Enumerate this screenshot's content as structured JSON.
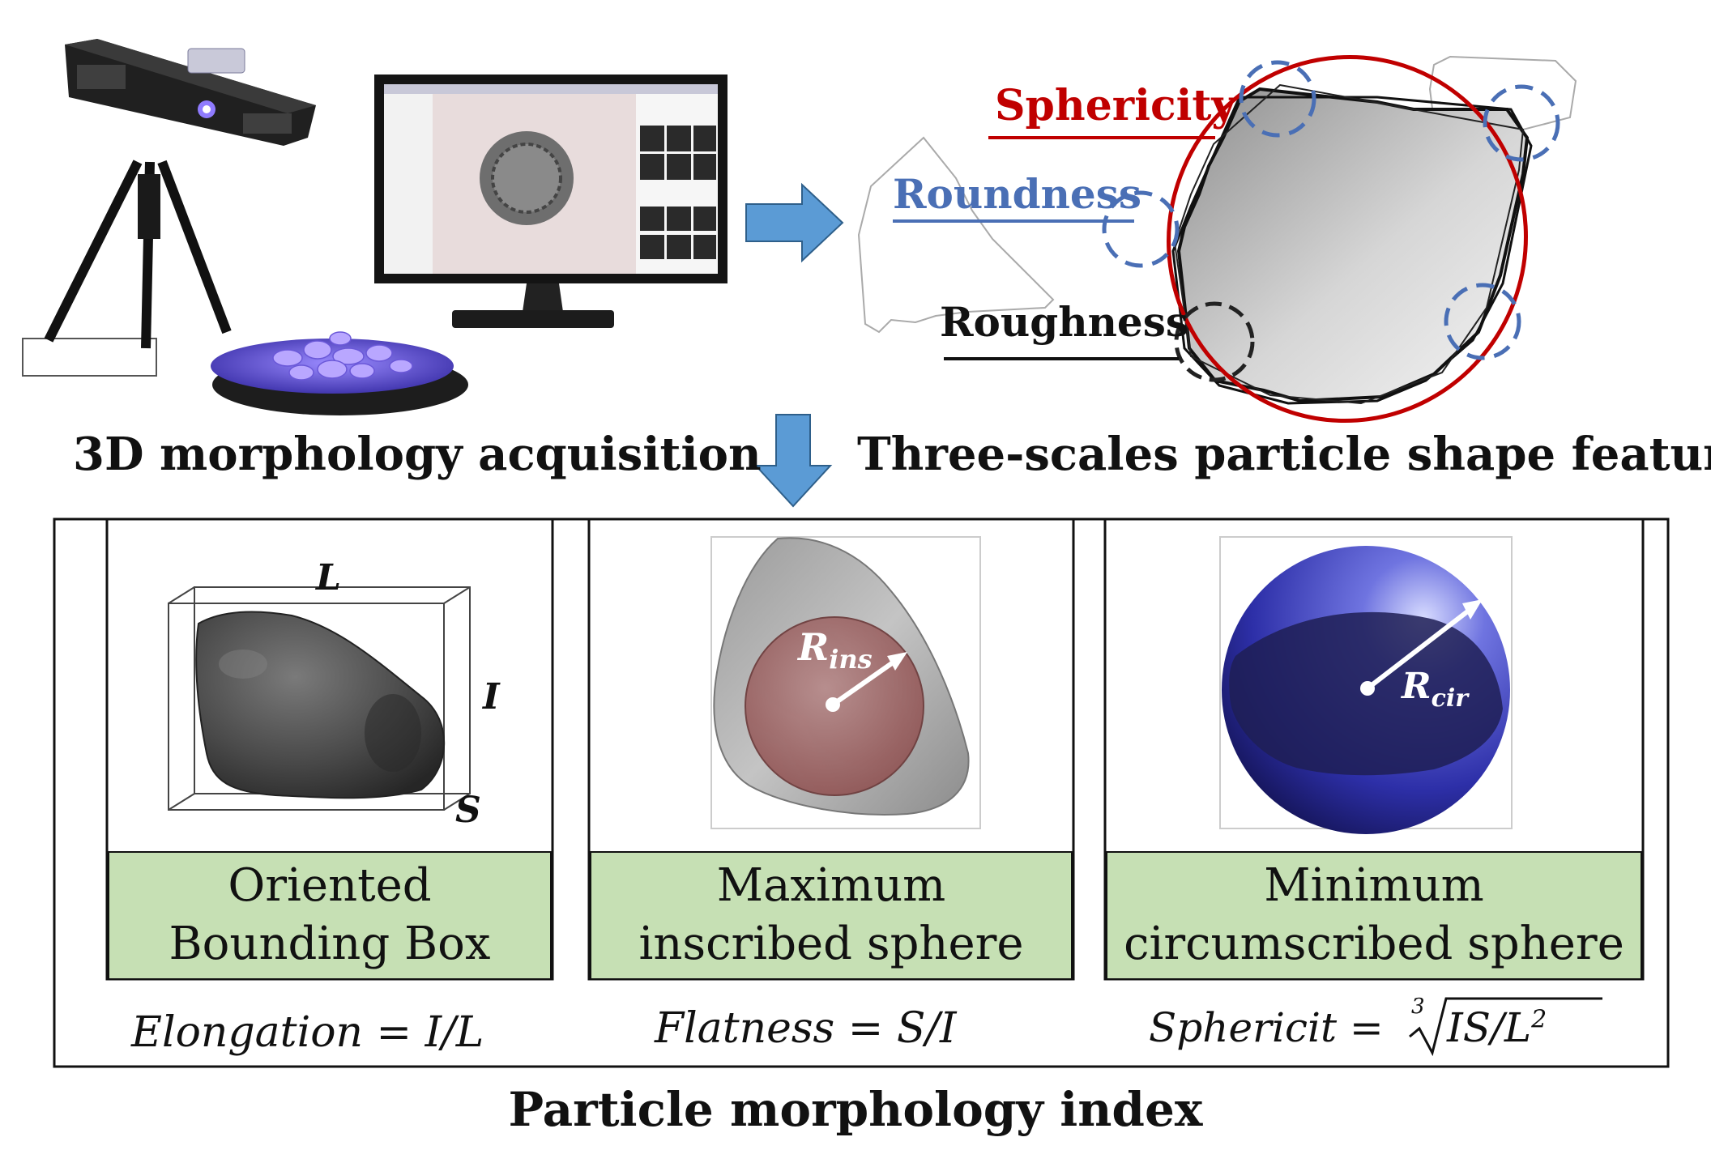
{
  "top": {
    "acquisition_label": "3D morphology acquisition",
    "features_label": "Three-scales particle shape features",
    "sphericity_label": "Sphericity",
    "roundness_label": "Roundness",
    "roughness_label": "Roughness"
  },
  "panels": [
    {
      "caption_line1": "Oriented",
      "caption_line2": "Bounding Box",
      "box_L": "L",
      "box_I": "I",
      "box_S": "S",
      "formula": "Elongation = I/L"
    },
    {
      "caption_line1": "Maximum",
      "caption_line2": "inscribed sphere",
      "radius_main": "R",
      "radius_sub": "ins",
      "formula": "Flatness = S/I"
    },
    {
      "caption_line1": "Minimum",
      "caption_line2": "circumscribed sphere",
      "radius_main": "R",
      "radius_sub": "cir",
      "formula_prefix": "Sphericit = ",
      "root_index": "3",
      "formula_radicand": "IS/L",
      "formula_exponent": "2"
    }
  ],
  "bottom_label": "Particle morphology index",
  "colors": {
    "caption_fill": "#c6e0b4",
    "arrow_blue": "#5b9bd5",
    "sphericity_red": "#c00000",
    "roundness_blue": "#4a6fb5",
    "circumscribed_blue": "#2e2e9a",
    "inscribed_red": "#9a5a5a"
  },
  "icons": [
    "3d-scanner-icon",
    "tripod-icon",
    "turntable-icon",
    "monitor-icon",
    "right-arrow-icon",
    "down-arrow-icon"
  ]
}
